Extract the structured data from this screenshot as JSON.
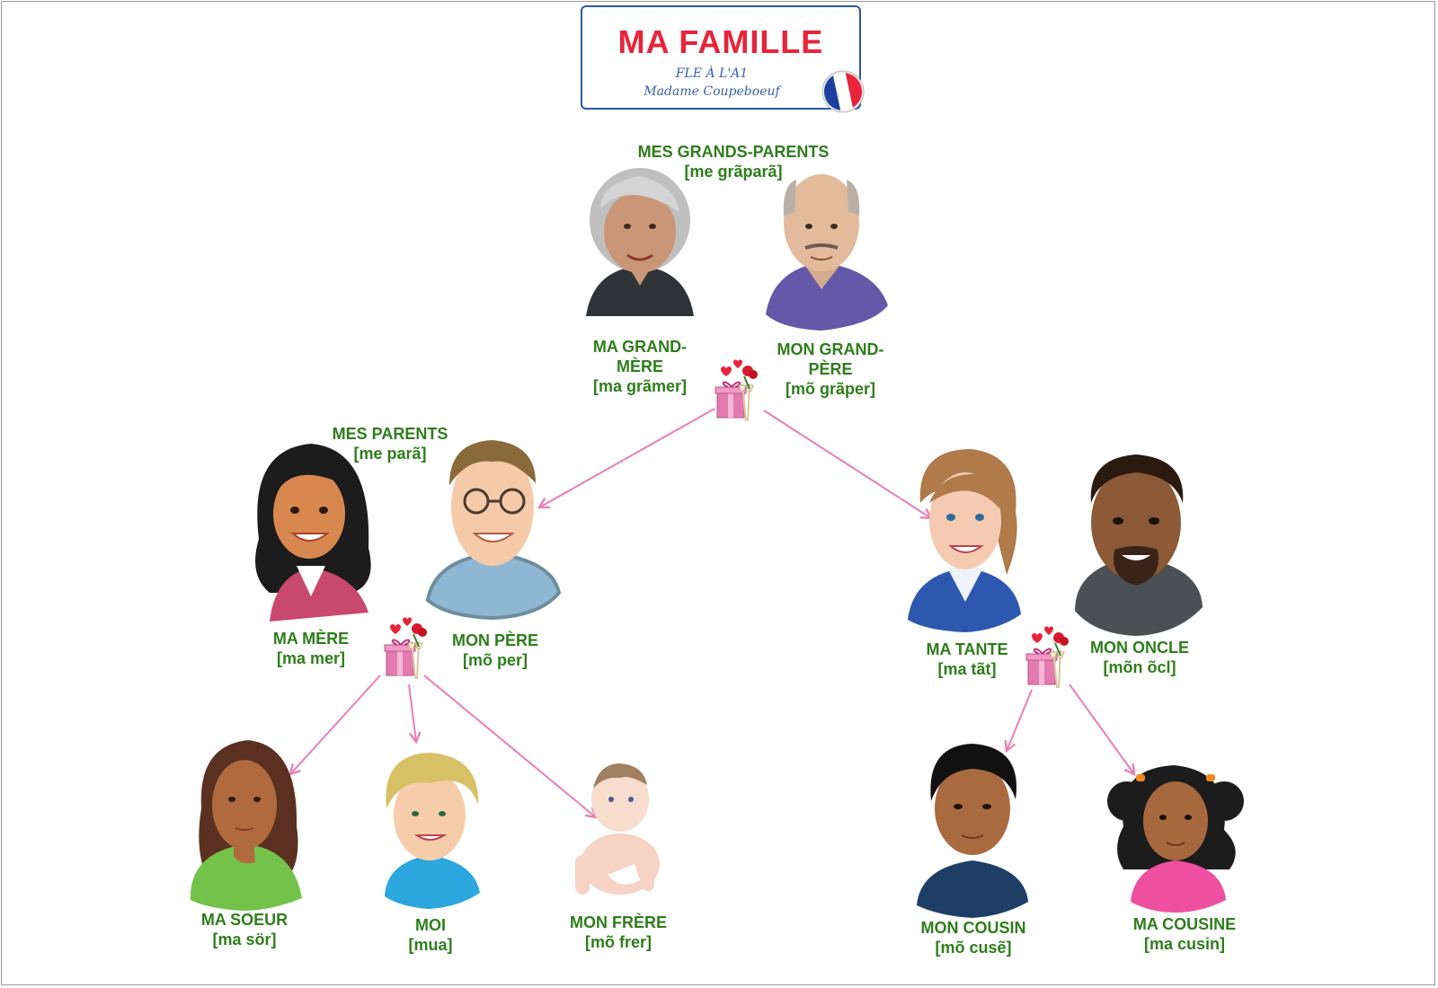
{
  "title": {
    "main": "MA FAMILLE",
    "subtitle": "FLE À L'A1",
    "author": "Madame Coupeboeuf"
  },
  "groups": {
    "grandparents": {
      "word": "MES GRANDS-PARENTS",
      "phon": "[me grãparã]"
    },
    "parents": {
      "word": "MES PARENTS",
      "phon": "[me parã]"
    }
  },
  "members": {
    "grandmere": {
      "word_line1": "MA GRAND-",
      "word_line2": "MÈRE",
      "phon": "[ma grãmer]"
    },
    "grandpere": {
      "word_line1": "MON GRAND-",
      "word_line2": "PÈRE",
      "phon": "[mõ grãper]"
    },
    "mere": {
      "word": "MA MÈRE",
      "phon": "[ma mer]"
    },
    "pere": {
      "word": "MON PÈRE",
      "phon": "[mõ per]"
    },
    "tante": {
      "word": "MA TANTE",
      "phon": "[ma tãt]"
    },
    "oncle": {
      "word": "MON ONCLE",
      "phon": "[mõn õcl]"
    },
    "soeur": {
      "word": "MA SOEUR",
      "phon": "[ma sör]"
    },
    "moi": {
      "word": "MOI",
      "phon": "[mua]"
    },
    "frere": {
      "word": "MON FRÈRE",
      "phon": "[mõ frer]"
    },
    "cousin": {
      "word": "MON COUSIN",
      "phon": "[mõ cusẽ]"
    },
    "cousine": {
      "word": "MA COUSINE",
      "phon": "[ma cusin]"
    }
  },
  "colors": {
    "label_green": "#2e7d1c",
    "title_red": "#e8243a",
    "border_blue": "#2d56a6",
    "arrow_pink": "#e77fb5"
  }
}
